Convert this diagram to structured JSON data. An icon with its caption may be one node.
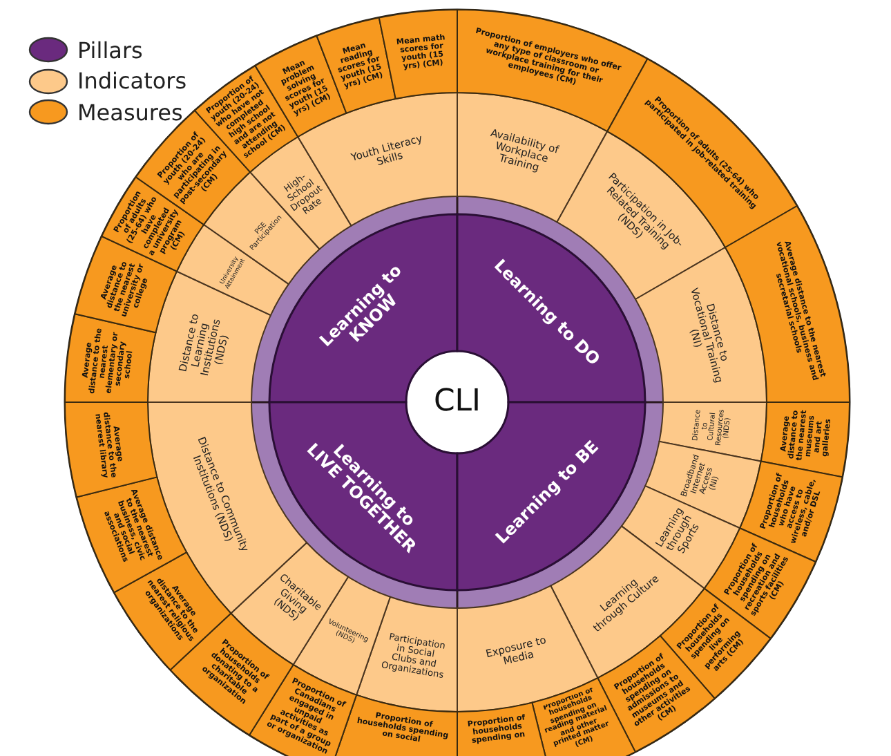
{
  "diagram": {
    "nodes": [
      {
        "text": [
          "CLI"
        ]
      },
      {
        "text": [
          "Learning to KNOW"
        ]
      },
      {
        "text": [
          "Learning to DO"
        ]
      },
      {
        "text": [
          "Learning to LIVE TOGETHER"
        ]
      },
      {
        "text": [
          "Learning to BE"
        ]
      },
      {
        "text": [
          "Distance to Learning Institutions (NDS)"
        ]
      },
      {
        "text": [
          "University Attainment"
        ]
      },
      {
        "text": [
          "PSE Participation"
        ]
      },
      {
        "text": [
          "High-School Dropout Rate"
        ]
      },
      {
        "text": [
          "Youth Literacy Skills"
        ]
      },
      {
        "text": [
          "Availability of Workplace Training"
        ]
      },
      {
        "text": [
          "Participation in Job-Related Training (NDS)"
        ]
      },
      {
        "text": [
          "Distance to Vocational Training (NI)"
        ]
      },
      {
        "text": [
          "Distance to Cultural Resources (NDS)"
        ]
      },
      {
        "text": [
          "Broadband Internet Access (NI)"
        ]
      },
      {
        "text": [
          "Learning through Sports"
        ]
      },
      {
        "text": [
          "Learning through Culture"
        ]
      },
      {
        "text": [
          "Exposure to Media"
        ]
      },
      {
        "text": [
          "Participation in Social Clubs and Organizations"
        ]
      },
      {
        "text": [
          "Volunteering (NDS)"
        ]
      },
      {
        "text": [
          "Charitable Giving (NDS)"
        ]
      },
      {
        "text": [
          "Distance to Community Institutions (NDS)"
        ]
      },
      {
        "text": [
          "Average distance to the nearest elementary or secondary school"
        ]
      },
      {
        "text": [
          "Average distance to the nearest university or college"
        ]
      },
      {
        "text": [
          "Proportion of adults (25-64) who have completed a university program (CM)"
        ]
      },
      {
        "text": [
          "Proportion of youth (20-24) who are participating in post-secondary (CM)"
        ]
      },
      {
        "text": [
          "Proportion of youth (20-24) who have not completed high school and are not attending school (CM)"
        ]
      },
      {
        "text": [
          "Mean problem solving scores for youth (15 yrs) (CM)"
        ]
      },
      {
        "text": [
          "Mean reading scores for youth (15 yrs) (CM)"
        ]
      },
      {
        "text": [
          "Mean math scores for youth (15 yrs) (CM)"
        ]
      },
      {
        "text": [
          "Proportion of employers who offer any type of classroom or workplace training for their employees (CM)"
        ]
      },
      {
        "text": [
          "Proportion of adults (25-64) who participated in job-related training"
        ]
      },
      {
        "text": [
          "Average distance to the nearest vocational schools, business and secretarial schools"
        ]
      },
      {
        "text": [
          "Average distance to the nearest museums and art galleries"
        ]
      },
      {
        "text": [
          "Proportion of households who have access to wireless, cable, and/or DSL"
        ]
      },
      {
        "text": [
          "Proportion of households spending on recreation and sports facilities (CM)"
        ]
      },
      {
        "text": [
          "Proportion of households spending on live performing arts (CM)"
        ]
      },
      {
        "text": [
          "Proportion of households spending on admissions to museums and other activities (CM)"
        ]
      },
      {
        "text": [
          "Proportion of households spending on reading material and other printed matter (CM)"
        ]
      },
      {
        "text": [
          "Proportion of households spending on"
        ]
      },
      {
        "text": [
          "Proportion of households spending on social"
        ]
      },
      {
        "text": [
          "Proportion of Canadians engaged in unpaid activities as part of a group or organization"
        ]
      },
      {
        "text": [
          "Proportion of households donating to a charitable organization"
        ]
      },
      {
        "text": [
          "Average distance to the nearest religious organizations"
        ]
      },
      {
        "text": [
          "Average distance to the nearest business, civic and social associations"
        ]
      },
      {
        "text": [
          "Average distance to the nearest library"
        ]
      }
    ],
    "legend": [
      {
        "text": "Pillars",
        "color": "#6a2a7e"
      },
      {
        "text": "Indicators",
        "color": "#fdc98a"
      },
      {
        "text": "Measures",
        "color": "#f7991f"
      }
    ]
  }
}
